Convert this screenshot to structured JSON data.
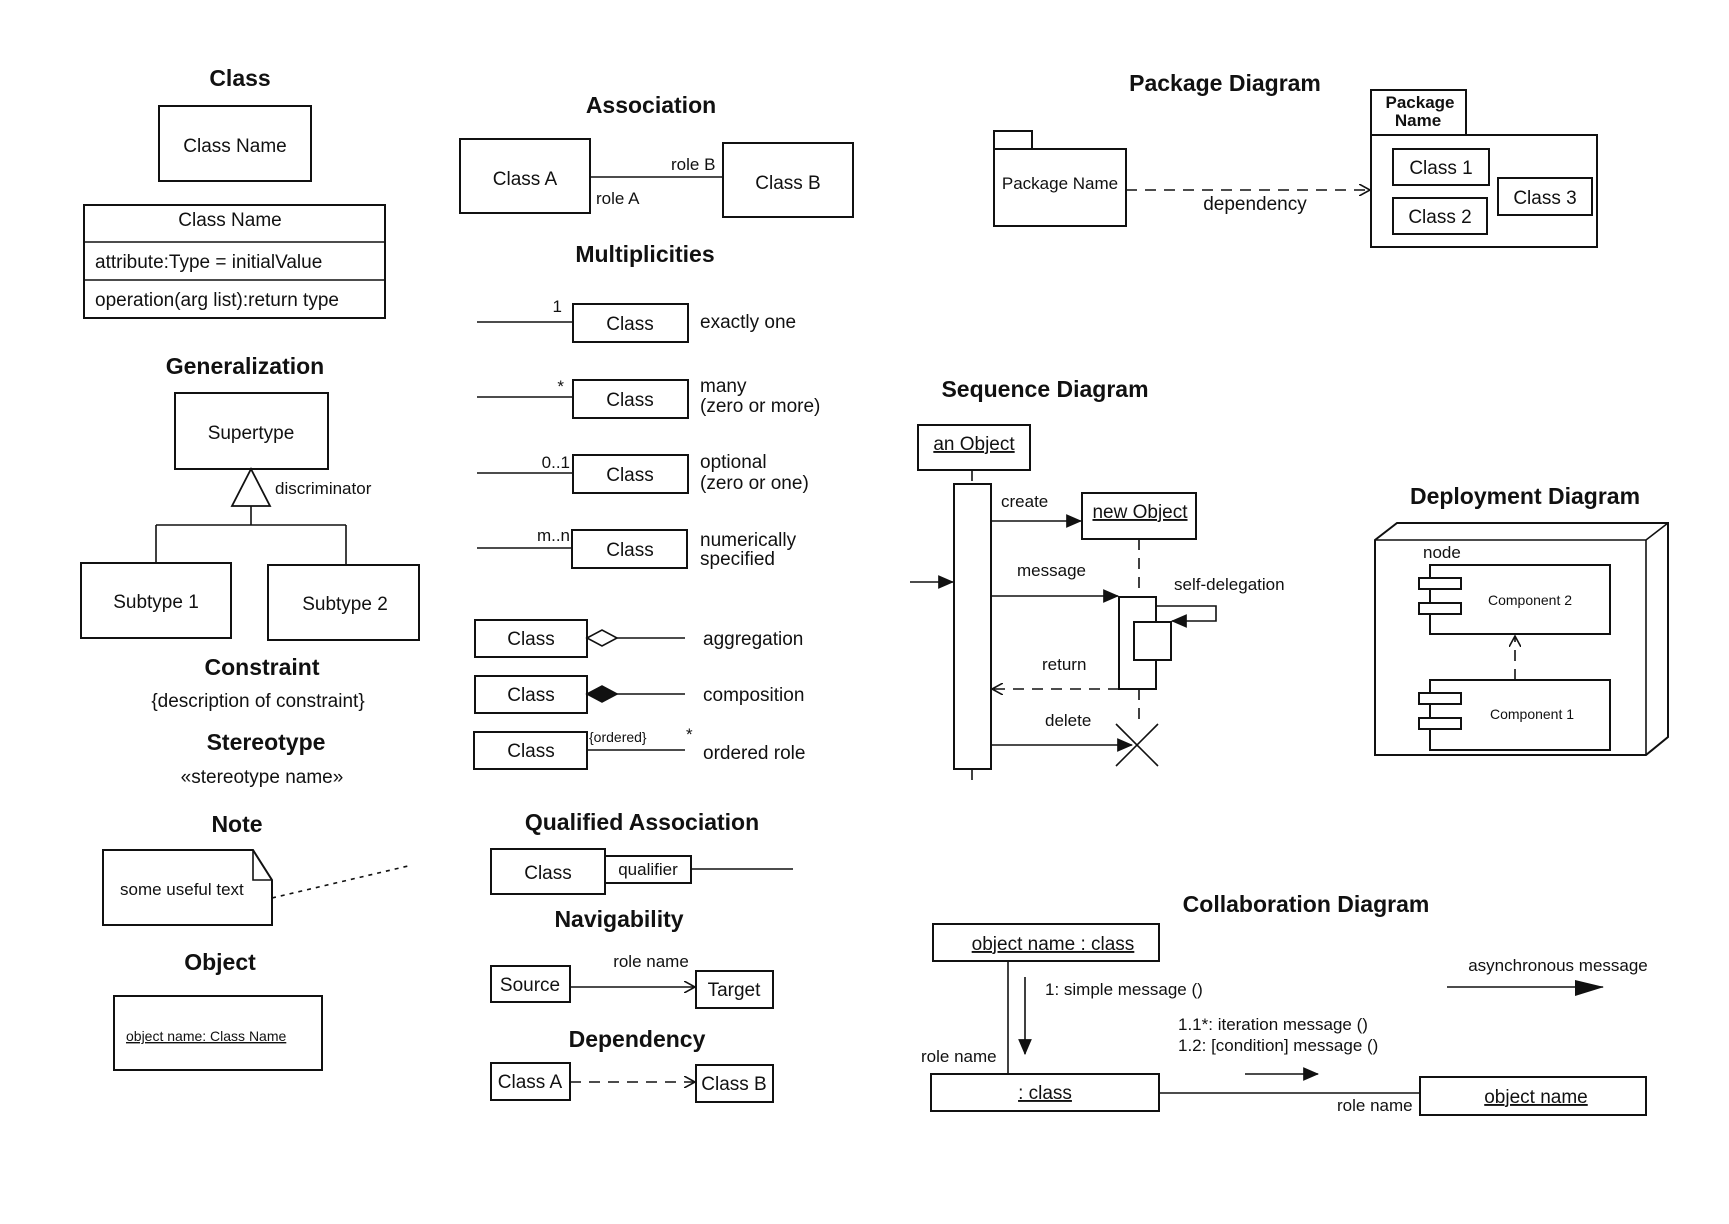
{
  "class_section": {
    "heading": "Class",
    "simple_name": "Class Name",
    "full_name": "Class Name",
    "attribute": "attribute:Type = initialValue",
    "operation": "operation(arg list):return type"
  },
  "generalization": {
    "heading": "Generalization",
    "supertype": "Supertype",
    "discriminator": "discriminator",
    "subtype1": "Subtype 1",
    "subtype2": "Subtype 2"
  },
  "constraint": {
    "heading": "Constraint",
    "text": "{description of constraint}"
  },
  "stereotype": {
    "heading": "Stereotype",
    "text": "«stereotype name»"
  },
  "note": {
    "heading": "Note",
    "text": "some useful text"
  },
  "object": {
    "heading": "Object",
    "text": "object name: Class Name"
  },
  "association": {
    "heading": "Association",
    "class_a": "Class A",
    "class_b": "Class B",
    "role_a": "role A",
    "role_b": "role B"
  },
  "multiplicities": {
    "heading": "Multiplicities",
    "rows": [
      {
        "mult": "1",
        "class": "Class",
        "desc1": "exactly one",
        "desc2": ""
      },
      {
        "mult": "*",
        "class": "Class",
        "desc1": "many",
        "desc2": "(zero or more)"
      },
      {
        "mult": "0..1",
        "class": "Class",
        "desc1": "optional",
        "desc2": "(zero or one)"
      },
      {
        "mult": "m..n",
        "class": "Class",
        "desc1": "numerically",
        "desc2": "specified"
      }
    ]
  },
  "aggregation": {
    "class": "Class",
    "label": "aggregation"
  },
  "composition": {
    "class": "Class",
    "label": "composition"
  },
  "ordered_role": {
    "class": "Class",
    "constraint": "{ordered}",
    "mult": "*",
    "label": "ordered role"
  },
  "qualified_association": {
    "heading": "Qualified Association",
    "class": "Class",
    "qualifier": "qualifier"
  },
  "navigability": {
    "heading": "Navigability",
    "source": "Source",
    "target": "Target",
    "role": "role name"
  },
  "dependency": {
    "heading": "Dependency",
    "class_a": "Class A",
    "class_b": "Class B"
  },
  "package": {
    "heading": "Package Diagram",
    "package_name": "Package Name",
    "dependency_label": "dependency",
    "tab_line1": "Package",
    "tab_line2": "Name",
    "class1": "Class 1",
    "class2": "Class 2",
    "class3": "Class 3"
  },
  "sequence": {
    "heading": "Sequence Diagram",
    "object": "an Object",
    "new_object": "new Object",
    "create": "create",
    "message": "message",
    "self_delegation": "self-delegation",
    "return": "return",
    "delete": "delete"
  },
  "deployment": {
    "heading": "Deployment Diagram",
    "node": "node",
    "component2": "Component 2",
    "component1": "Component 1"
  },
  "collaboration": {
    "heading": "Collaboration Diagram",
    "object1": "object name : class",
    "msg1": "1: simple message ()",
    "role1": "role name",
    "class_obj": ": class",
    "iter_msg": "1.1*: iteration message ()",
    "cond_msg": "1.2: [condition] message ()",
    "role2": "role name",
    "object2": "object name",
    "async": "asynchronous message"
  }
}
